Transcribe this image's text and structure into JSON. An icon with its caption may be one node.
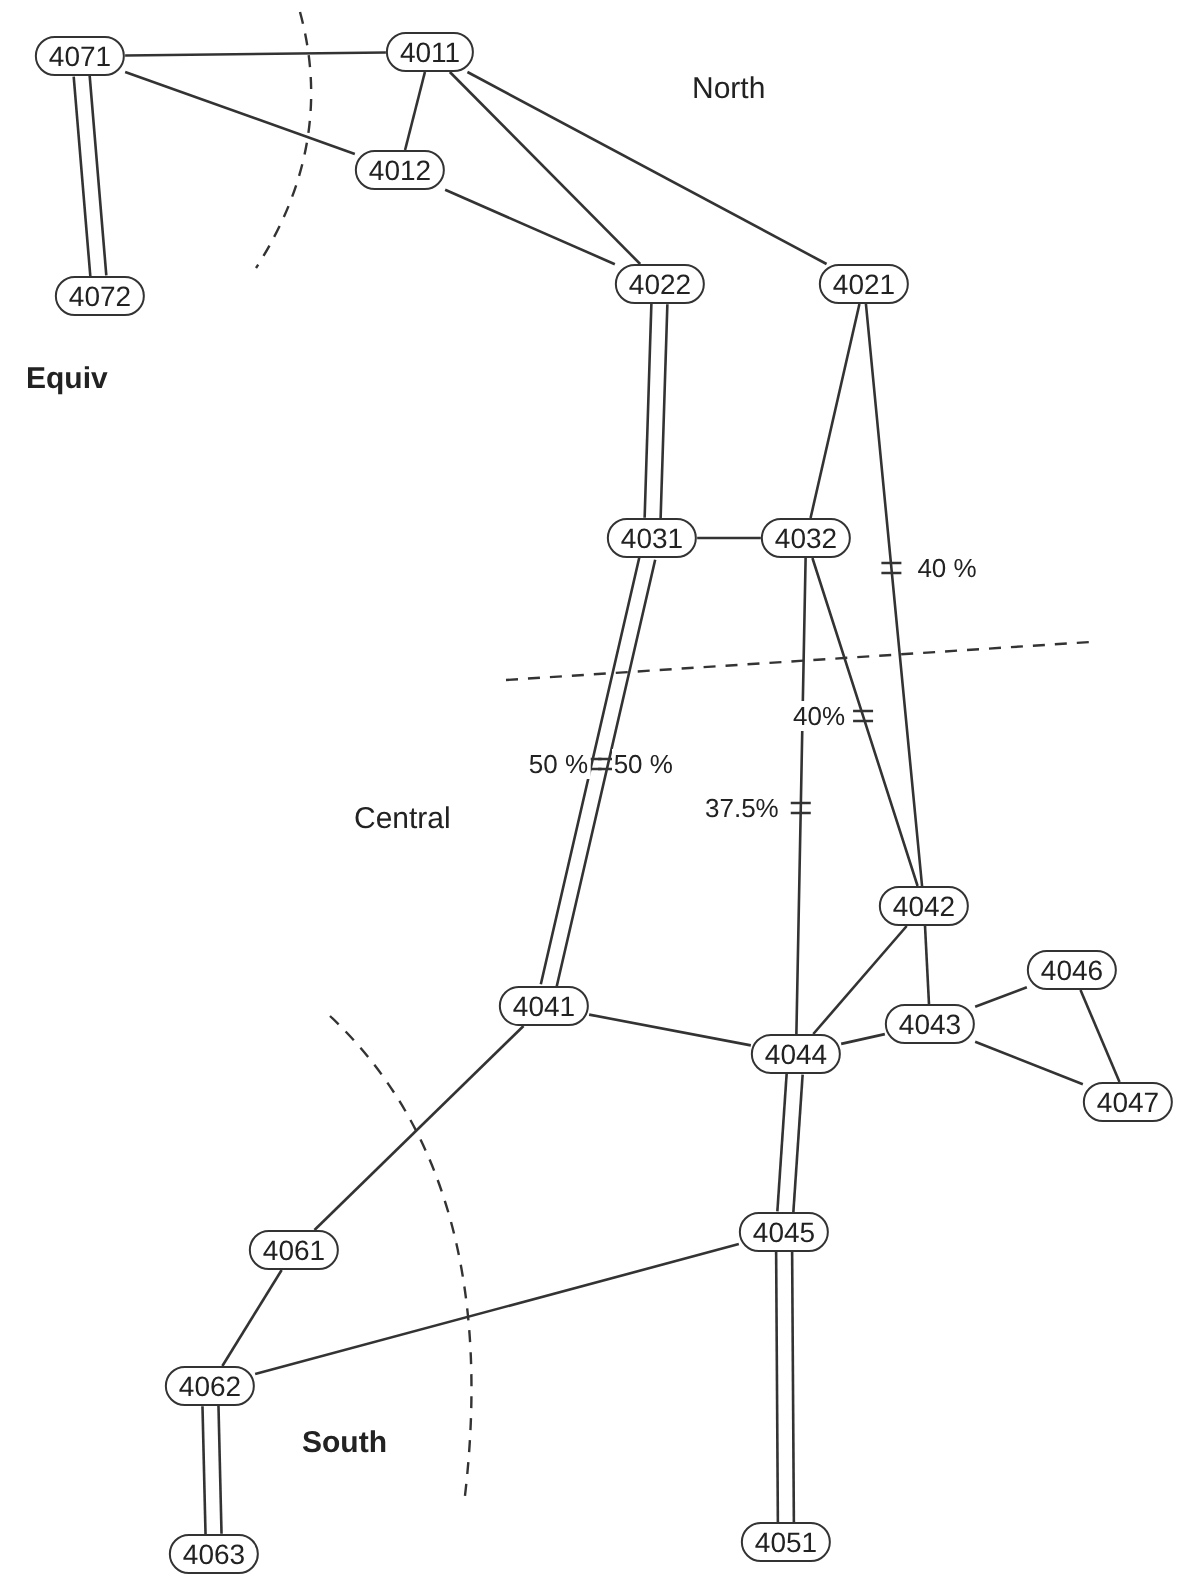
{
  "diagram": {
    "nodes": [
      {
        "text": [
          "4071"
        ]
      },
      {
        "text": [
          "4011"
        ]
      },
      {
        "text": [
          "4012"
        ]
      },
      {
        "text": [
          "4072"
        ]
      },
      {
        "text": [
          "4022"
        ]
      },
      {
        "text": [
          "4021"
        ]
      },
      {
        "text": [
          "4031"
        ]
      },
      {
        "text": [
          "4032"
        ]
      },
      {
        "text": [
          "4042"
        ]
      },
      {
        "text": [
          "4046"
        ]
      },
      {
        "text": [
          "4041"
        ]
      },
      {
        "text": [
          "4043"
        ]
      },
      {
        "text": [
          "4044"
        ]
      },
      {
        "text": [
          "4047"
        ]
      },
      {
        "text": [
          "4045"
        ]
      },
      {
        "text": [
          "4061"
        ]
      },
      {
        "text": [
          "4062"
        ]
      },
      {
        "text": [
          "4063"
        ]
      },
      {
        "text": [
          "4051"
        ]
      }
    ],
    "edges": [
      {
        "from": 0,
        "to": 1,
        "arrow": "none"
      },
      {
        "from": 0,
        "to": 3,
        "arrow": "none"
      },
      {
        "from": 0,
        "to": 3,
        "arrow": "none"
      },
      {
        "from": 0,
        "to": 2,
        "arrow": "none"
      },
      {
        "from": 1,
        "to": 2,
        "arrow": "none"
      },
      {
        "from": 1,
        "to": 4,
        "arrow": "none"
      },
      {
        "from": 1,
        "to": 5,
        "arrow": "none"
      },
      {
        "from": 2,
        "to": 4,
        "arrow": "none"
      },
      {
        "from": 4,
        "to": 6,
        "arrow": "none"
      },
      {
        "from": 4,
        "to": 6,
        "arrow": "none"
      },
      {
        "from": 6,
        "to": 7,
        "arrow": "none"
      },
      {
        "from": 7,
        "to": 5,
        "arrow": "none"
      },
      {
        "from": 5,
        "to": 8,
        "arrow": "none",
        "label": "40 %"
      },
      {
        "from": 7,
        "to": 12,
        "arrow": "none",
        "label": "37.5%"
      },
      {
        "from": 7,
        "to": 8,
        "arrow": "none",
        "label": "40%"
      },
      {
        "from": 6,
        "to": 10,
        "arrow": "none",
        "label": "50 %"
      },
      {
        "from": 6,
        "to": 10,
        "arrow": "none",
        "label": "50 %"
      },
      {
        "from": 10,
        "to": 12,
        "arrow": "none"
      },
      {
        "from": 12,
        "to": 8,
        "arrow": "none"
      },
      {
        "from": 12,
        "to": 11,
        "arrow": "none"
      },
      {
        "from": 8,
        "to": 11,
        "arrow": "none"
      },
      {
        "from": 11,
        "to": 9,
        "arrow": "none"
      },
      {
        "from": 11,
        "to": 13,
        "arrow": "none"
      },
      {
        "from": 9,
        "to": 13,
        "arrow": "none"
      },
      {
        "from": 10,
        "to": 15,
        "arrow": "none"
      },
      {
        "from": 15,
        "to": 16,
        "arrow": "none"
      },
      {
        "from": 16,
        "to": 14,
        "arrow": "none"
      },
      {
        "from": 16,
        "to": 17,
        "arrow": "none"
      },
      {
        "from": 16,
        "to": 17,
        "arrow": "none"
      },
      {
        "from": 12,
        "to": 14,
        "arrow": "none"
      },
      {
        "from": 12,
        "to": 14,
        "arrow": "none"
      },
      {
        "from": 14,
        "to": 18,
        "arrow": "none"
      },
      {
        "from": 14,
        "to": 18,
        "arrow": "none"
      }
    ],
    "labels": [
      "North",
      "Equiv",
      "Central",
      "South"
    ]
  }
}
